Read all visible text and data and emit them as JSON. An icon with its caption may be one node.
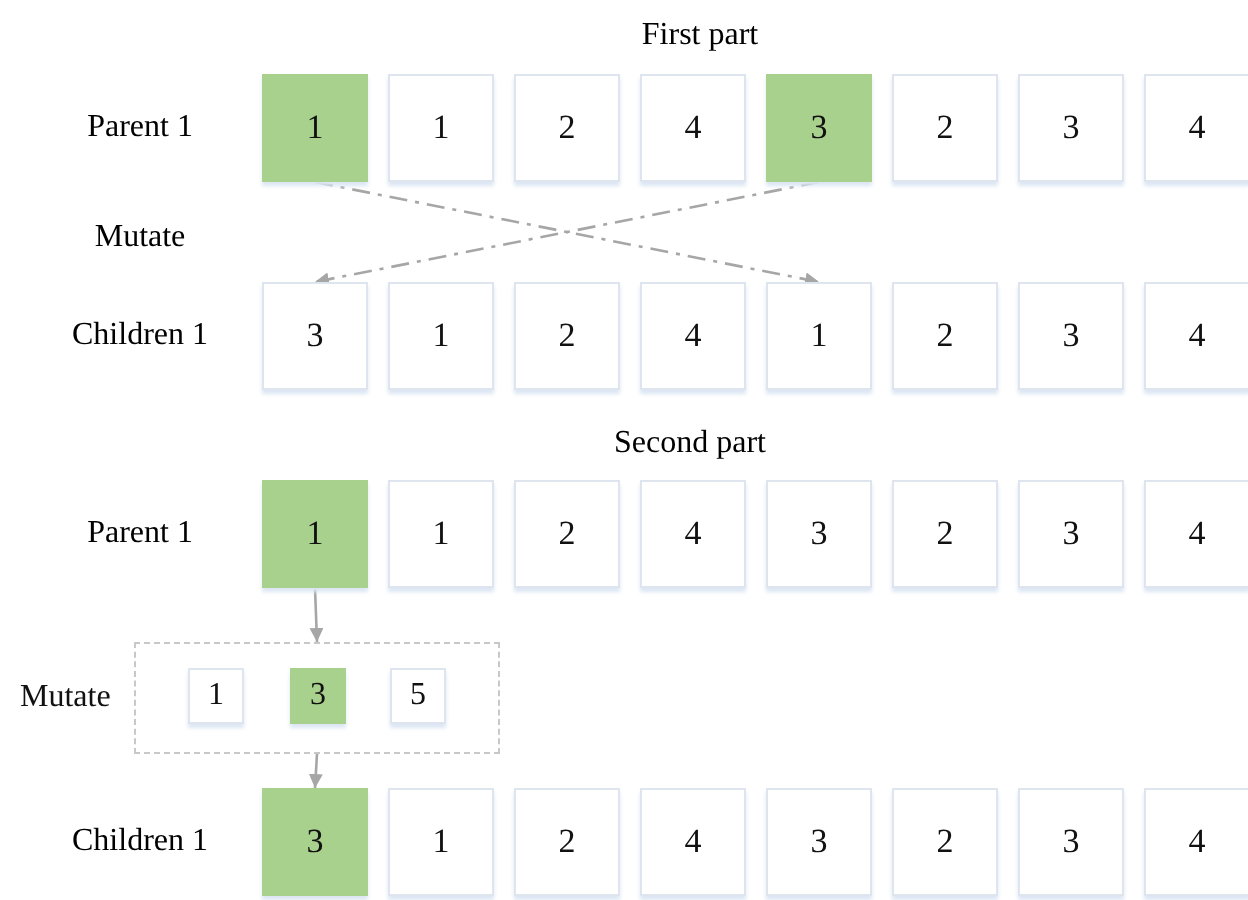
{
  "diagram": {
    "nodes": [
      {
        "text": [
          "1"
        ]
      },
      {
        "text": [
          "1"
        ]
      },
      {
        "text": [
          "2"
        ]
      },
      {
        "text": [
          "4"
        ]
      },
      {
        "text": [
          "3"
        ]
      },
      {
        "text": [
          "2"
        ]
      },
      {
        "text": [
          "3"
        ]
      },
      {
        "text": [
          "4"
        ]
      },
      {
        "text": [
          "3"
        ]
      },
      {
        "text": [
          "1"
        ]
      },
      {
        "text": [
          "2"
        ]
      },
      {
        "text": [
          "4"
        ]
      },
      {
        "text": [
          "1"
        ]
      },
      {
        "text": [
          "2"
        ]
      },
      {
        "text": [
          "3"
        ]
      },
      {
        "text": [
          "4"
        ]
      },
      {
        "text": [
          "1"
        ]
      },
      {
        "text": [
          "1"
        ]
      },
      {
        "text": [
          "2"
        ]
      },
      {
        "text": [
          "4"
        ]
      },
      {
        "text": [
          "3"
        ]
      },
      {
        "text": [
          "2"
        ]
      },
      {
        "text": [
          "3"
        ]
      },
      {
        "text": [
          "4"
        ]
      },
      {
        "text": [
          "Mutate"
        ]
      },
      {
        "text": [
          "1"
        ],
        "in": 24
      },
      {
        "text": [
          "3"
        ],
        "in": 24
      },
      {
        "text": [
          "5"
        ],
        "in": 24
      },
      {
        "text": [
          "3"
        ]
      },
      {
        "text": [
          "1"
        ]
      },
      {
        "text": [
          "2"
        ]
      },
      {
        "text": [
          "4"
        ]
      },
      {
        "text": [
          "3"
        ]
      },
      {
        "text": [
          "2"
        ]
      },
      {
        "text": [
          "3"
        ]
      },
      {
        "text": [
          "4"
        ]
      }
    ],
    "edges": [
      {
        "from": 0,
        "to": 12,
        "arrow": "to",
        "style": "dashed"
      },
      {
        "from": 4,
        "to": 8,
        "arrow": "to",
        "style": "dashed"
      },
      {
        "from": 16,
        "to": 24,
        "arrow": "to"
      },
      {
        "from": 24,
        "to": 28,
        "arrow": "to"
      }
    ],
    "labels": [
      "First part",
      "Parent 1",
      "Mutate",
      "Children 1",
      "Second part",
      "Parent 1",
      "Children 1"
    ]
  }
}
